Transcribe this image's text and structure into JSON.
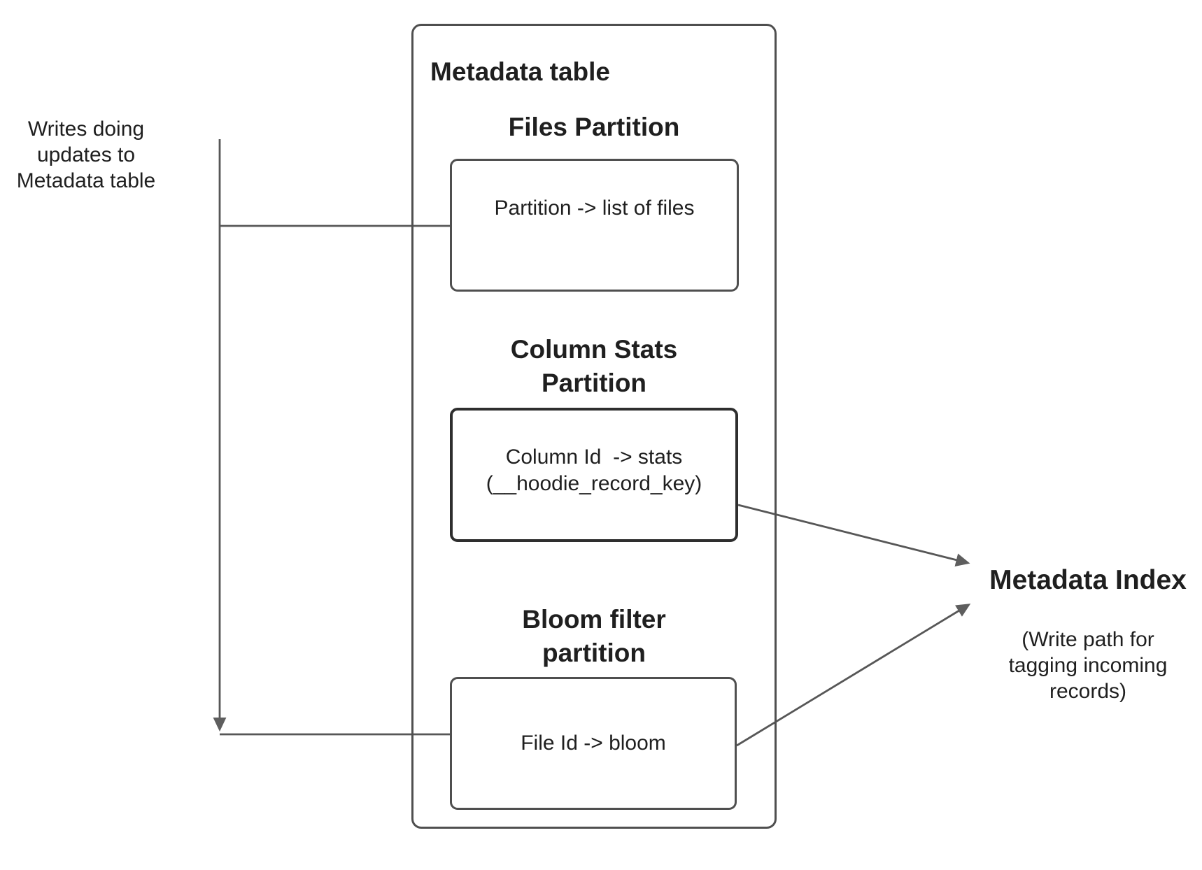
{
  "left_label": {
    "lines": [
      "Writes doing",
      "updates to",
      "Metadata table"
    ]
  },
  "metadata_table": {
    "title": "Metadata table",
    "files": {
      "heading": "Files Partition",
      "box_lines": [
        "Partition -> list of files"
      ]
    },
    "column_stats": {
      "heading_lines": [
        "Column Stats",
        "Partition"
      ],
      "box_lines": [
        "Column Id  -> stats",
        "(__hoodie_record_key)"
      ]
    },
    "bloom": {
      "heading_lines": [
        "Bloom filter",
        "partition"
      ],
      "box_lines": [
        "File Id -> bloom"
      ]
    }
  },
  "metadata_index": {
    "title": "Metadata Index",
    "subtitle_lines": [
      "(Write path for",
      "tagging incoming",
      "records)"
    ]
  },
  "colors": {
    "box_border": "#4f4f4f",
    "column_box_border": "#2e2e2e",
    "connector_line": "#575757",
    "arrowhead": "#5e5e5e",
    "text": "#1f1f1f",
    "background": "#ffffff"
  }
}
